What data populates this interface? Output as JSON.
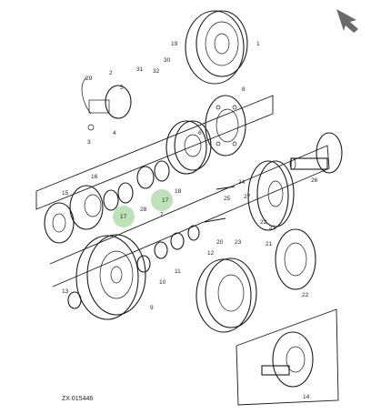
{
  "diagram": {
    "reference_code": "ZX 015446",
    "highlight_color": "#a8d8a0",
    "callouts": [
      "1",
      "2",
      "3",
      "4",
      "5",
      "6",
      "7",
      "8",
      "9",
      "10",
      "11",
      "12",
      "13",
      "14",
      "15",
      "16",
      "17",
      "17",
      "18",
      "19",
      "20",
      "21",
      "21",
      "22",
      "22",
      "23",
      "24",
      "25",
      "26",
      "27",
      "28",
      "29",
      "30",
      "31",
      "32",
      "33"
    ],
    "icons": {
      "corner_arrow": "arrow-up-left-icon"
    }
  }
}
